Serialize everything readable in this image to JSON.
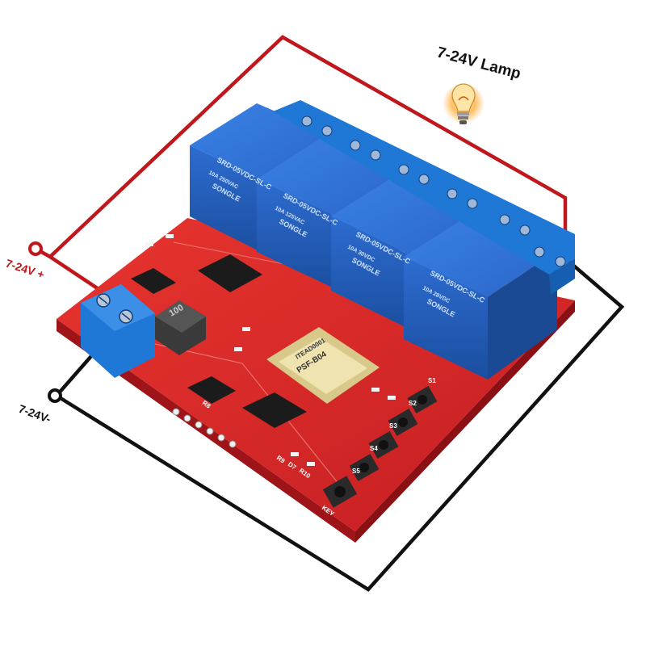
{
  "labels": {
    "lamp": "7-24V Lamp",
    "positive": "7-24V +",
    "negative": "7-24V-"
  },
  "relay": {
    "model": "SRD-05VDC-SL-C",
    "brand": "SONGLE",
    "rating_ac": "10A 250VAC",
    "rating_ac2": "10A 125VAC",
    "rating_dc": "10A 30VDC",
    "rating_dc2": "10A 28VDC"
  },
  "module": {
    "name": "PSF-B04",
    "id": "ITEAD0001",
    "inductor": "100"
  },
  "board_labels": {
    "r8": "R8",
    "r9": "R9",
    "r10": "R10",
    "d7": "D7",
    "s1": "S1",
    "s2": "S2",
    "s3": "S3",
    "s4": "S4",
    "s5": "S5",
    "key": "KEY"
  },
  "colors": {
    "board": "#d9262a",
    "relay": "#2b6fd1",
    "relay_dark": "#1d4f9e",
    "terminal": "#1f78d6",
    "positive_wire": "#c0171c",
    "negative_wire": "#111111",
    "lamp_glow": "#ffb347"
  }
}
